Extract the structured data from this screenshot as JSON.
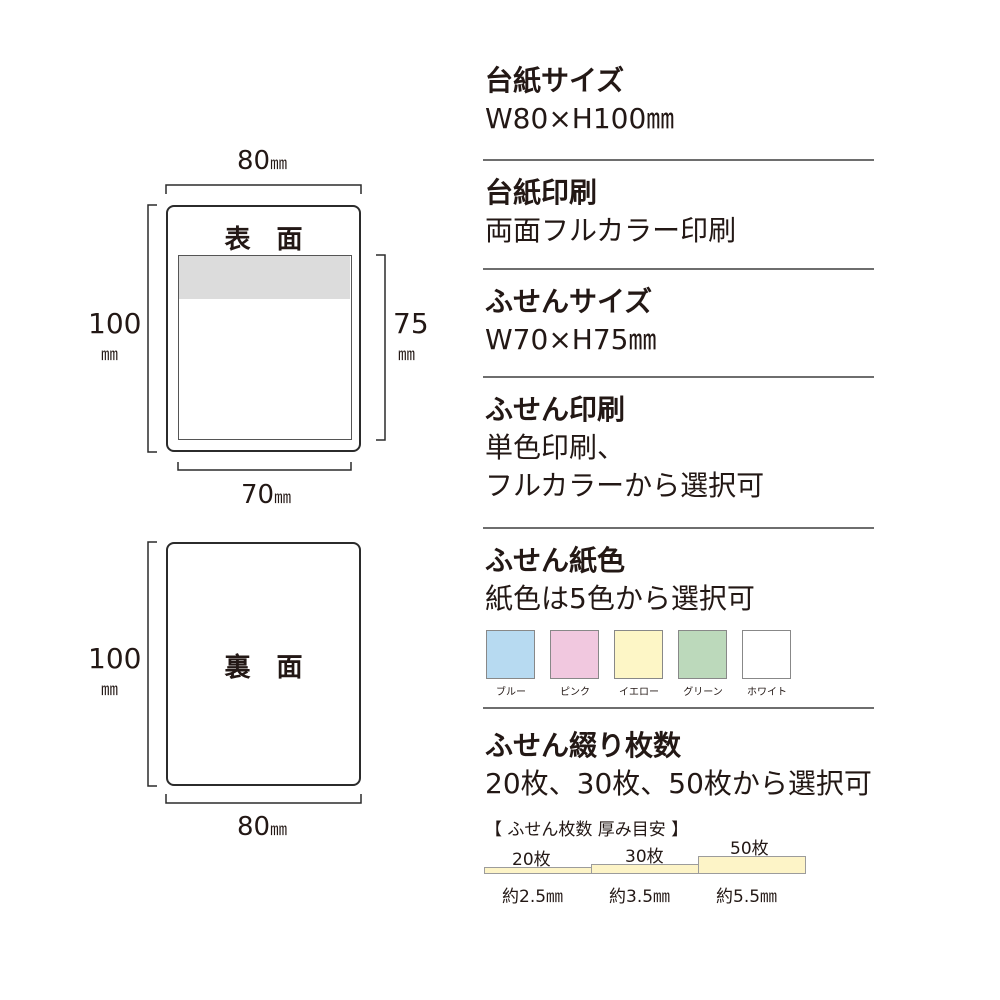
{
  "front": {
    "label": "表　面",
    "width": "80",
    "height": "100",
    "note_height": "75",
    "note_width": "70",
    "unit": "㎜"
  },
  "back": {
    "label": "裏　面",
    "width": "80",
    "height": "100",
    "unit": "㎜"
  },
  "specs": {
    "base_size_title": "台紙サイズ",
    "base_size_value": "W80×H100㎜",
    "base_print_title": "台紙印刷",
    "base_print_value": "両面フルカラー印刷",
    "note_size_title": "ふせんサイズ",
    "note_size_value": "W70×H75㎜",
    "note_print_title": "ふせん印刷",
    "note_print_value_1": "単色印刷、",
    "note_print_value_2": "フルカラーから選択可",
    "paper_color_title": "ふせん紙色",
    "paper_color_value": "紙色は5色から選択可",
    "sheets_title": "ふせん綴り枚数",
    "sheets_value": "20枚、30枚、50枚から選択可",
    "thickness_heading": "【 ふせん枚数 厚み目安 】"
  },
  "colors": [
    {
      "name": "ブルー",
      "hex": "#b7daf1"
    },
    {
      "name": "ピンク",
      "hex": "#f1c8df"
    },
    {
      "name": "イエロー",
      "hex": "#fdf6c6"
    },
    {
      "name": "グリーン",
      "hex": "#bcd9bb"
    },
    {
      "name": "ホワイト",
      "hex": "#ffffff"
    }
  ],
  "thickness": [
    {
      "count": "20枚",
      "thickness": "約2.5㎜"
    },
    {
      "count": "30枚",
      "thickness": "約3.5㎜"
    },
    {
      "count": "50枚",
      "thickness": "約5.5㎜"
    }
  ]
}
